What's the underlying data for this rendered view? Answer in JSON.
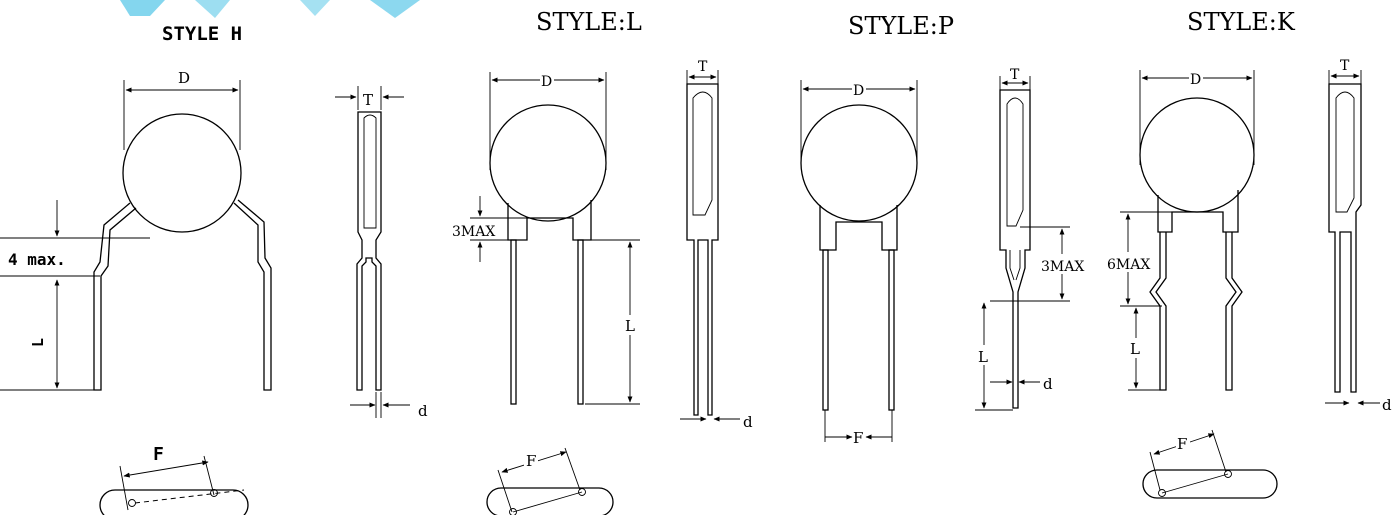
{
  "styles": {
    "h": {
      "title": "STYLE H",
      "dim_d": "D",
      "dim_t": "T",
      "dim_4max": "4 max.",
      "dim_l": "L",
      "dim_small_d": "d",
      "dim_f": "F"
    },
    "l": {
      "title": "STYLE:L",
      "dim_d": "D",
      "dim_t": "T",
      "dim_3max": "3MAX",
      "dim_l": "L",
      "dim_small_d": "d",
      "dim_f": "F"
    },
    "p": {
      "title": "STYLE:P",
      "dim_d": "D",
      "dim_t": "T",
      "dim_3max": "3MAX",
      "dim_l": "L",
      "dim_small_d": "d",
      "dim_f": "F"
    },
    "k": {
      "title": "STYLE:K",
      "dim_d": "D",
      "dim_t": "T",
      "dim_6max": "6MAX",
      "dim_l": "L",
      "dim_small_d": "d",
      "dim_f": "F"
    }
  },
  "colors": {
    "line": "#000000",
    "watermark": "#5bc8e8"
  }
}
